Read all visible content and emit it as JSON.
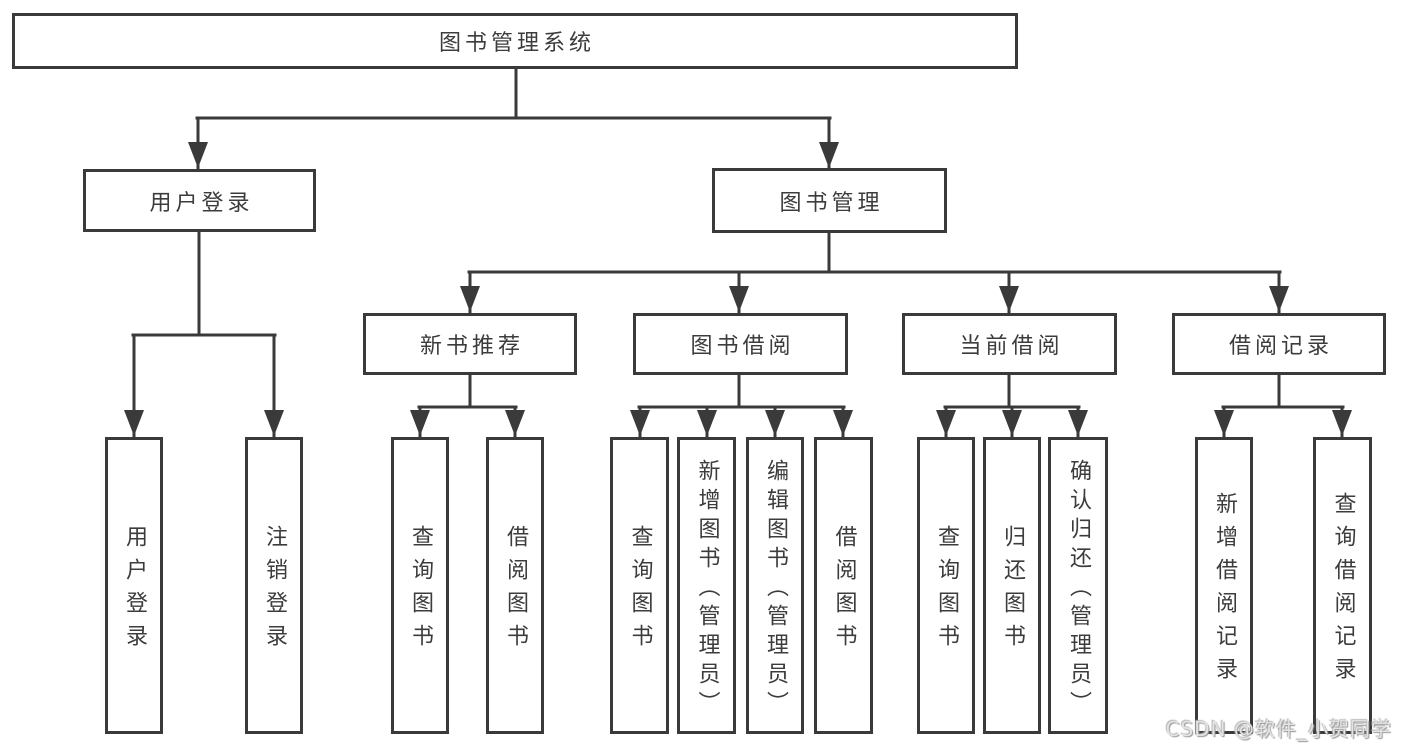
{
  "diagram_type": "hierarchy-tree",
  "colors": {
    "line": "#3a3a3a",
    "text": "#3c3c3c",
    "background": "#ffffff"
  },
  "tree": {
    "label": "图书管理系统",
    "children": [
      {
        "label": "用户登录",
        "children": [
          {
            "label": "用户登录"
          },
          {
            "label": "注销登录"
          }
        ]
      },
      {
        "label": "图书管理",
        "children": [
          {
            "label": "新书推荐",
            "children": [
              {
                "label": "查询图书"
              },
              {
                "label": "借阅图书"
              }
            ]
          },
          {
            "label": "图书借阅",
            "children": [
              {
                "label": "查询图书"
              },
              {
                "label": "新增图书（管理员）"
              },
              {
                "label": "编辑图书（管理员）"
              },
              {
                "label": "借阅图书"
              }
            ]
          },
          {
            "label": "当前借阅",
            "children": [
              {
                "label": "查询图书"
              },
              {
                "label": "归还图书"
              },
              {
                "label": "确认归还（管理员）"
              }
            ]
          },
          {
            "label": "借阅记录",
            "children": [
              {
                "label": "新增借阅记录"
              },
              {
                "label": "查询借阅记录"
              }
            ]
          }
        ]
      }
    ]
  },
  "watermark": {
    "text": "CSDN @软件_小贺同学"
  }
}
